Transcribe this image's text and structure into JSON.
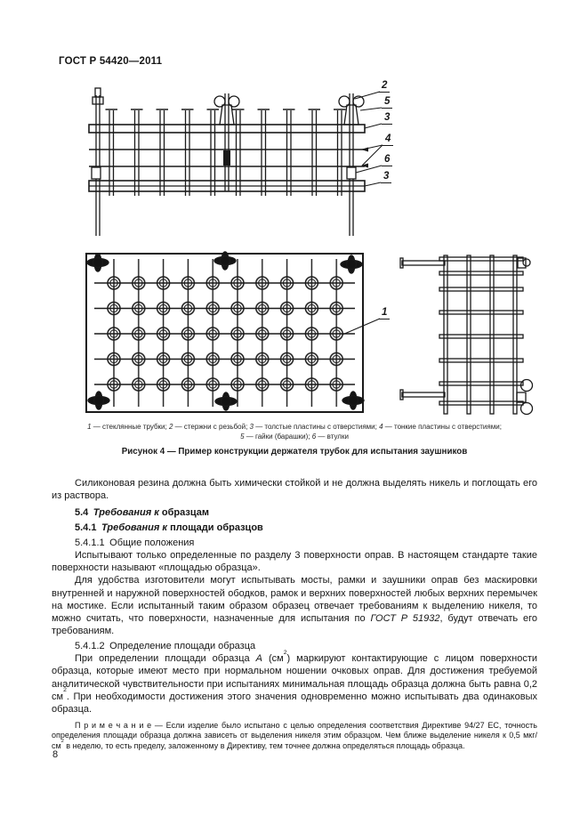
{
  "page": {
    "header": "ГОСТ Р 54420—2011",
    "number": "8"
  },
  "figure": {
    "callouts": {
      "c2": "2",
      "c5": "5",
      "c3a": "3",
      "c4": "4",
      "c6": "6",
      "c3b": "3",
      "c1": "1"
    },
    "legend1": [
      [
        "i",
        "1"
      ],
      [
        "",
        " — стеклянные трубки; "
      ],
      [
        "i",
        "2"
      ],
      [
        "",
        " — стержни с резьбой; "
      ],
      [
        "i",
        "3"
      ],
      [
        "",
        " — толстые пластины с отверстиями; "
      ],
      [
        "i",
        "4"
      ],
      [
        "",
        " — тонкие пластины с отверстиями;"
      ]
    ],
    "legend2": [
      [
        "i",
        "5"
      ],
      [
        "",
        " — гайки (барашки); "
      ],
      [
        "i",
        "6"
      ],
      [
        "",
        " — втулки"
      ]
    ],
    "caption": "Рисунок 4 — Пример конструкции держателя трубок для испытания заушников"
  },
  "content": {
    "p1": [
      [
        "",
        "Силиконовая резина должна быть химически стойкой и не должна выделять никель и поглощать его из раствора."
      ]
    ],
    "h54": [
      [
        "b",
        "5.4 "
      ],
      [
        "bi",
        "Требования к "
      ],
      [
        "b",
        "образцам"
      ]
    ],
    "h541": [
      [
        "b",
        "5.4.1 "
      ],
      [
        "bi",
        "Требования к "
      ],
      [
        "b",
        "площади образцов"
      ]
    ],
    "h5411": [
      [
        "",
        "5.4.1.1 Общие положения"
      ]
    ],
    "p2": [
      [
        "",
        "Испытывают только определенные по разделу 3 поверхности оправ. В настоящем стандарте такие поверхности называют «площадью образца»."
      ]
    ],
    "p3": [
      [
        "",
        "Для удобства изготовители могут испытывать мосты, рамки и заушники оправ без маскировки внутренней и наружной поверхностей ободков, рамок и верхних поверхностей любых верхних перемычек на мостике. Если испытанный таким образом образец отвечает требованиям к выделению никеля, то можно считать, что поверхности, назначенные для испытания по "
      ],
      [
        "i",
        "ГОСТ Р 51932"
      ],
      [
        "",
        ", будут отвечать его требованиям."
      ]
    ],
    "h5412": [
      [
        "",
        "5.4.1.2 Определение площади образца"
      ]
    ],
    "p4": [
      [
        "",
        "При определении площади образца "
      ],
      [
        "i",
        "А"
      ],
      [
        "",
        " (см"
      ],
      [
        "sup",
        "2"
      ],
      [
        "",
        ") маркируют контактирующие с лицом поверхности образца, которые имеют место при нормальном ношении очковых оправ. Для достижения требуемой аналитической чувствительности при испытаниях минимальная площадь образца должна быть равна 0,2 см"
      ],
      [
        "sup",
        "2"
      ],
      [
        "",
        ". При необходимости достижения этого значения одновременно можно испытывать два одинаковых образца."
      ]
    ],
    "note": [
      [
        "",
        "П р и м е ч а н и е — Если изделие было испытано с целью определения соответствия Директиве 94/27 ЕС, точность определения площади образца должна зависеть от выделения никеля этим образцом. Чем ближе выделение никеля к 0,5 мкг/см"
      ],
      [
        "sup",
        "2"
      ],
      [
        "",
        " в неделю, то есть пределу, заложенному в Директиву, тем точнее должна определяться площадь образца."
      ]
    ]
  }
}
